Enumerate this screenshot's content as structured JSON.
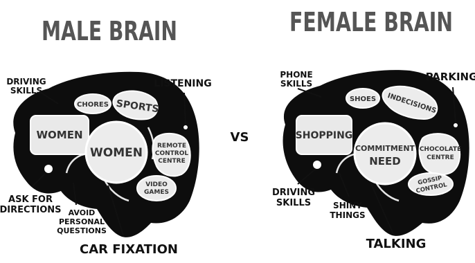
{
  "male": {
    "title": "MALE BRAIN",
    "regions": {
      "women_left": "WOMEN",
      "women_center": "WOMEN",
      "chores": "CHORES",
      "sports": "SPORTS",
      "remote_control_centre": [
        "REMOTE",
        "CONTROL",
        "CENTRE"
      ],
      "video_games": [
        "VIDEO",
        "GAMES"
      ]
    },
    "callouts": {
      "driving_skills": [
        "DRIVING",
        "SKILLS"
      ],
      "listening": "LISTENING",
      "ask_for_directions": [
        "ASK FOR",
        "DIRECTIONS"
      ],
      "avoid_personal_questions": [
        "AVOID",
        "PERSONAL",
        "QUESTIONS"
      ],
      "car_fixation": "CAR FIXATION"
    }
  },
  "vs": "VS",
  "female": {
    "title": "FEMALE BRAIN",
    "regions": {
      "shoes": "SHOES",
      "indecisions": "INDECISIONS",
      "shopping": "SHOPPING",
      "commitment_need": [
        "COMMITMENT",
        "NEED"
      ],
      "chocolate_centre": [
        "CHOCOLATE",
        "CENTRE"
      ],
      "gossip_control": [
        "GOSSIP",
        "CONTROL"
      ]
    },
    "callouts": {
      "phone_skills": [
        "PHONE",
        "SKILLS"
      ],
      "parking": "PARKING",
      "driving_skills": [
        "DRIVING",
        "SKILLS"
      ],
      "shiny_things": [
        "SHINY",
        "THINGS"
      ],
      "talking": "TALKING"
    }
  }
}
